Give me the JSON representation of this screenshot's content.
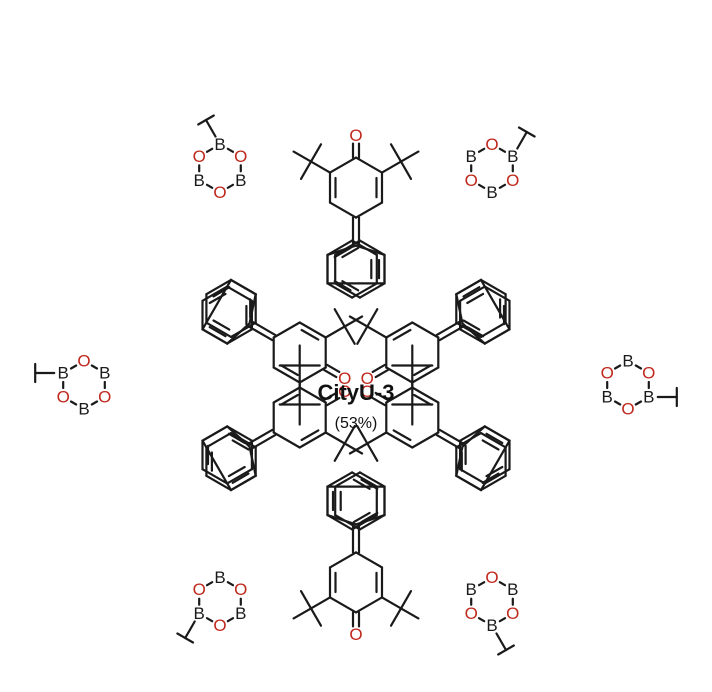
{
  "structure": {
    "name": "CityU-3",
    "yield": "(53%)"
  },
  "atoms": {
    "boron": "B",
    "oxygen": "O"
  },
  "colors": {
    "bond": "#1a1a1a",
    "boron": "#1a1a1a",
    "oxygen": "#c0281d",
    "text": "#111111",
    "background": "#ffffff"
  }
}
